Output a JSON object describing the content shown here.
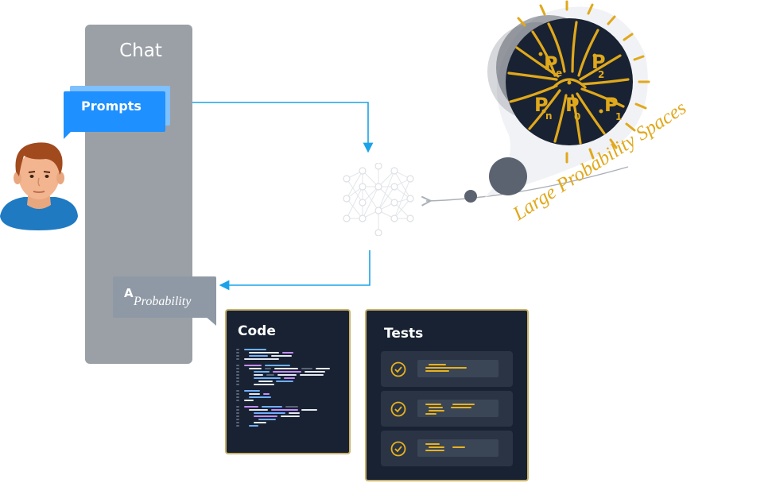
{
  "chat": {
    "title": "Chat"
  },
  "prompts": {
    "label": "Prompts"
  },
  "answer": {
    "main": "A",
    "subscript": "Probability"
  },
  "code_card": {
    "title": "Code"
  },
  "tests_card": {
    "title": "Tests"
  },
  "probability_space": {
    "label": "Large Probability Spaces",
    "symbols": [
      {
        "base": "P",
        "sub": "e"
      },
      {
        "base": "P",
        "sub": "2"
      },
      {
        "base": "P",
        "sub": "n"
      },
      {
        "base": "P",
        "sub": "0"
      },
      {
        "base": "P",
        "sub": "1"
      }
    ]
  },
  "colors": {
    "accent_blue": "#1e90ff",
    "gold": "#e0a81b",
    "dark_navy": "#182232",
    "panel_gray": "#9ba0a7"
  },
  "icons": [
    "user-avatar",
    "neural-network-icon",
    "check-circle-icon"
  ]
}
